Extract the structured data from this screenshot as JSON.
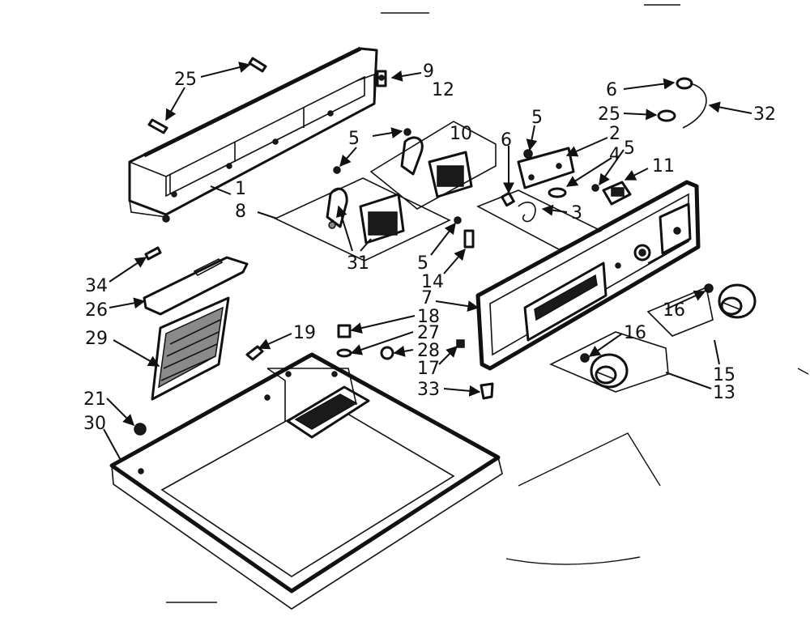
{
  "diagram": {
    "callouts": [
      {
        "id": "c25a",
        "label": "25"
      },
      {
        "id": "c9",
        "label": "9"
      },
      {
        "id": "c12",
        "label": "12"
      },
      {
        "id": "c6a",
        "label": "6"
      },
      {
        "id": "c25b",
        "label": "25"
      },
      {
        "id": "c32",
        "label": "32"
      },
      {
        "id": "c5a",
        "label": "5"
      },
      {
        "id": "c10",
        "label": "10"
      },
      {
        "id": "c6b",
        "label": "6"
      },
      {
        "id": "c5b",
        "label": "5"
      },
      {
        "id": "c2",
        "label": "2"
      },
      {
        "id": "c4",
        "label": "4"
      },
      {
        "id": "c5c",
        "label": "5"
      },
      {
        "id": "c11",
        "label": "11"
      },
      {
        "id": "c1",
        "label": "1"
      },
      {
        "id": "c8",
        "label": "8"
      },
      {
        "id": "c3",
        "label": "3"
      },
      {
        "id": "c31",
        "label": "31"
      },
      {
        "id": "c5d",
        "label": "5"
      },
      {
        "id": "c14",
        "label": "14"
      },
      {
        "id": "c34",
        "label": "34"
      },
      {
        "id": "c26",
        "label": "26"
      },
      {
        "id": "c7",
        "label": "7"
      },
      {
        "id": "c18",
        "label": "18"
      },
      {
        "id": "c16a",
        "label": "16"
      },
      {
        "id": "c29",
        "label": "29"
      },
      {
        "id": "c19",
        "label": "19"
      },
      {
        "id": "c27",
        "label": "27"
      },
      {
        "id": "c28",
        "label": "28"
      },
      {
        "id": "c16b",
        "label": "16"
      },
      {
        "id": "c17",
        "label": "17"
      },
      {
        "id": "c15",
        "label": "15"
      },
      {
        "id": "c33",
        "label": "33"
      },
      {
        "id": "c13",
        "label": "13"
      },
      {
        "id": "c21",
        "label": "21"
      },
      {
        "id": "c30",
        "label": "30"
      }
    ]
  }
}
